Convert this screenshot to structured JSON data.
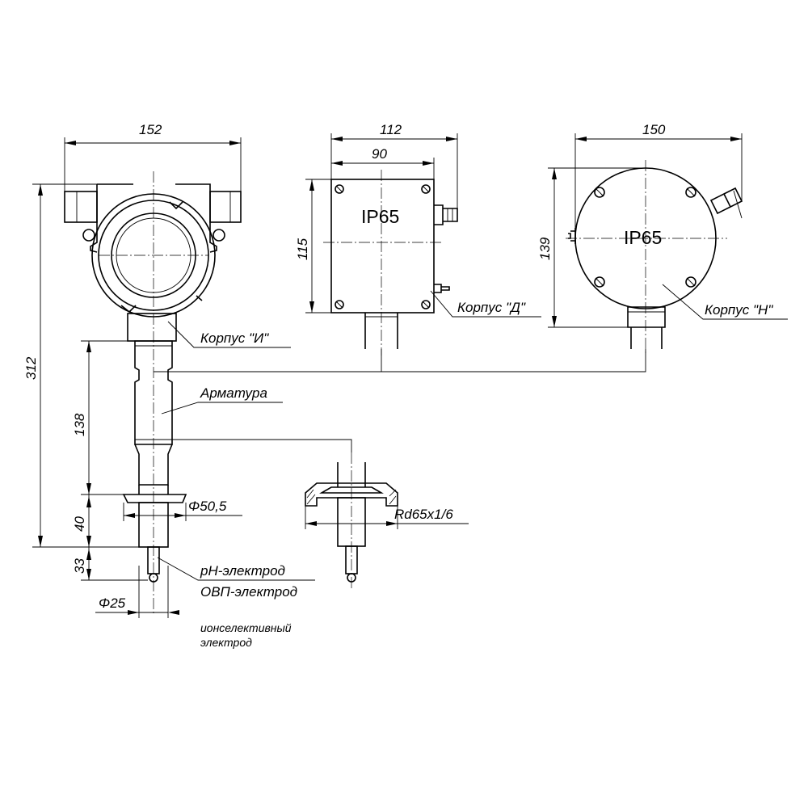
{
  "dimensions": {
    "overall_width_i": "152",
    "overall_height_i": "312",
    "armature_length": "138",
    "clamp_height": "40",
    "electrode_length": "33",
    "clamp_diameter": "Φ50,5",
    "electrode_diameter": "Φ25",
    "thread": "Rd65x1/6",
    "box_d_overall_width": "112",
    "box_d_body_width": "90",
    "box_d_height": "115",
    "box_n_width": "150",
    "box_n_height": "139"
  },
  "labels": {
    "housing_i": "Корпус \"И\"",
    "housing_d": "Корпус \"Д\"",
    "housing_n": "Корпус \"Н\"",
    "armature": "Арматура",
    "ph_electrode": "рН-электрод",
    "orp_electrode": "ОВП-электрод",
    "ion_electrode_line1": "ионселективный",
    "ion_electrode_line2": "электрод",
    "ip_d": "IP65",
    "ip_n": "IP65"
  }
}
